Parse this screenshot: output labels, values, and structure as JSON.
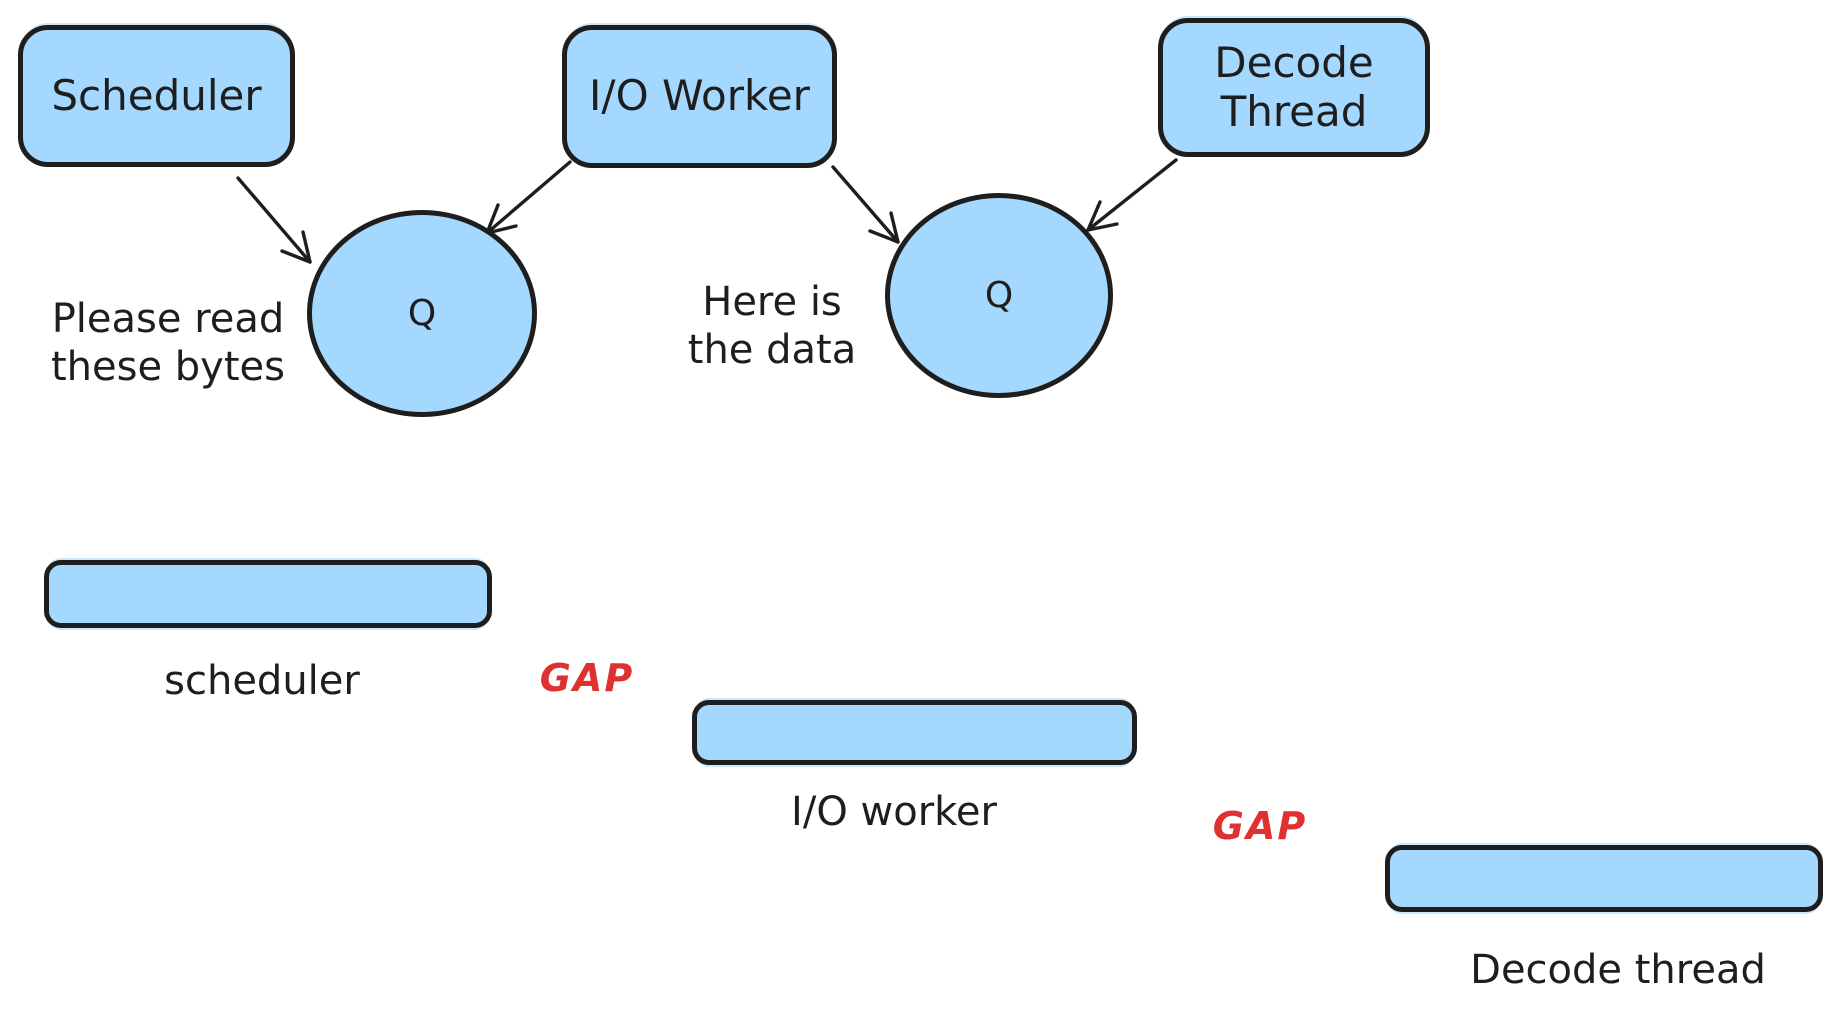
{
  "colors": {
    "shape_fill": "#a5d8ff",
    "shape_stroke": "#1e1e1e",
    "text": "#1e1e1e",
    "gap_text": "#e03131",
    "background": "#ffffff"
  },
  "flow": {
    "nodes": {
      "scheduler": {
        "label": "Scheduler"
      },
      "io_worker": {
        "label": "I/O Worker"
      },
      "decode_thread": {
        "line1": "Decode",
        "line2": "Thread"
      }
    },
    "queues": {
      "q1": {
        "label": "Q"
      },
      "q2": {
        "label": "Q"
      }
    },
    "edges": [
      {
        "from": "scheduler",
        "to": "q1"
      },
      {
        "from": "io_worker",
        "to": "q1"
      },
      {
        "from": "io_worker",
        "to": "q2"
      },
      {
        "from": "decode_thread",
        "to": "q2"
      }
    ],
    "annotations": {
      "q1_note": {
        "line1": "Please read",
        "line2": "these bytes"
      },
      "q2_note": {
        "line1": "Here is",
        "line2": "the data"
      }
    }
  },
  "timeline": {
    "bars": {
      "scheduler": {
        "label": "scheduler"
      },
      "io_worker": {
        "label": "I/O worker"
      },
      "decode_thread": {
        "label": "Decode thread"
      }
    },
    "gaps": {
      "gap1": {
        "label": "GAP"
      },
      "gap2": {
        "label": "GAP"
      }
    }
  }
}
